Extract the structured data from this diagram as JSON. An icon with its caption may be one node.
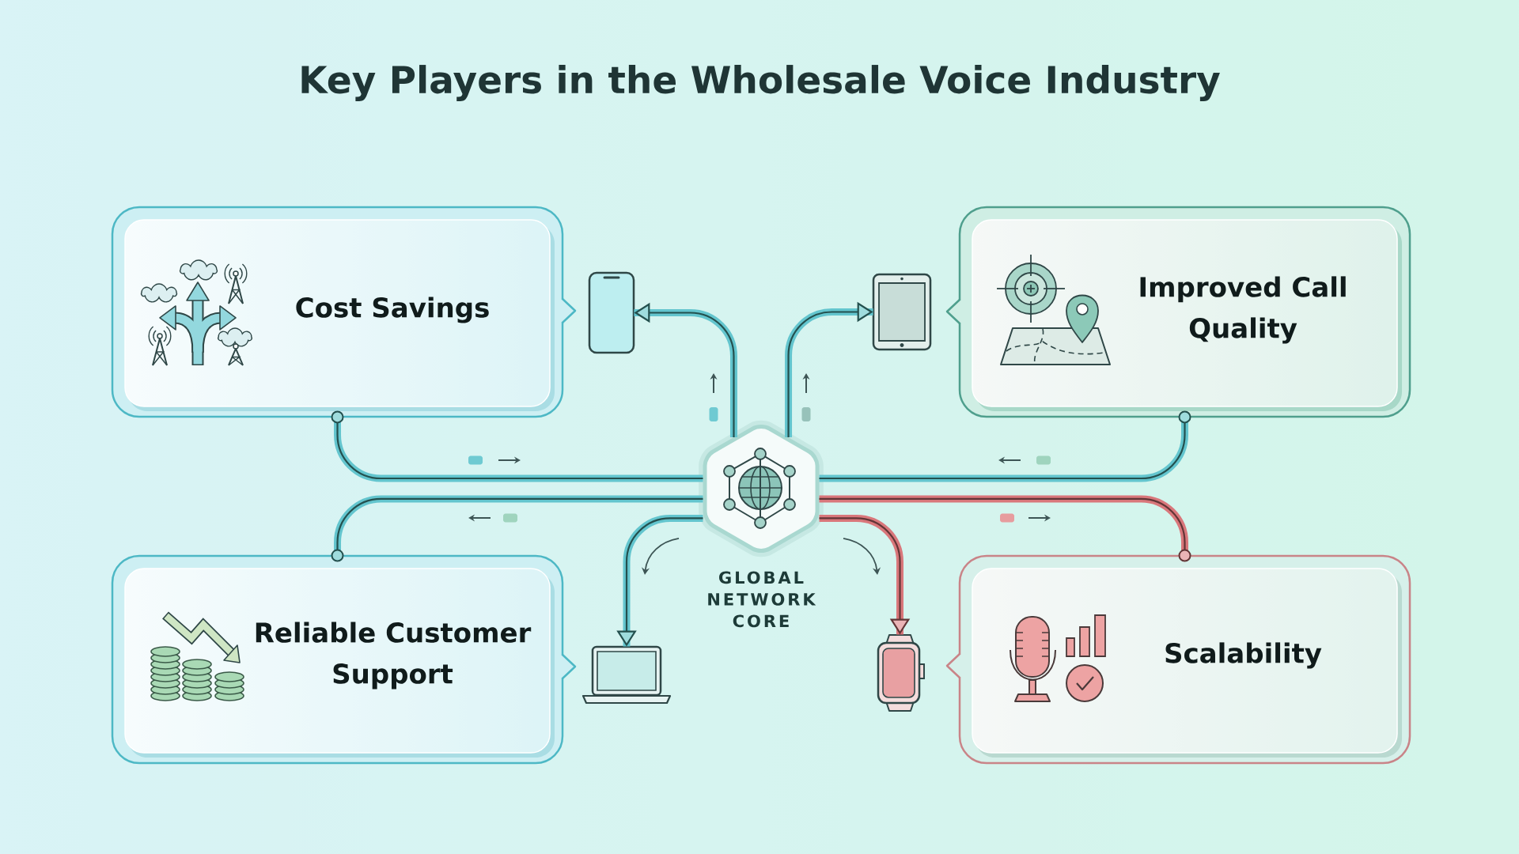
{
  "diagram": {
    "title": "Key Players in the Wholesale Voice Industry",
    "nodes": [
      {
        "text": [
          "Cost Savings"
        ]
      },
      {
        "text": [],
        "shape": "picture"
      },
      {
        "text": [],
        "shape": "picture"
      },
      {
        "text": [
          "Improved Call Quality"
        ]
      },
      {
        "text": [
          "GLOBAL NETWORK CORE"
        ]
      },
      {
        "text": [
          "Reliable Customer Support"
        ]
      },
      {
        "text": [],
        "shape": "picture"
      },
      {
        "text": [],
        "shape": "picture"
      },
      {
        "text": [
          "Scalability"
        ]
      }
    ],
    "edges": [
      {
        "from": 4,
        "to": 1,
        "arrow": "to"
      },
      {
        "from": 4,
        "to": 2,
        "arrow": "to"
      },
      {
        "from": 0,
        "to": 4,
        "arrow": "other"
      },
      {
        "from": 3,
        "to": 4,
        "arrow": "other"
      },
      {
        "from": 5,
        "to": 4,
        "arrow": "other"
      },
      {
        "from": 8,
        "to": 4,
        "arrow": "other",
        "color": "#d9777b"
      },
      {
        "from": 4,
        "to": 6,
        "arrow": "to"
      },
      {
        "from": 4,
        "to": 7,
        "arrow": "to",
        "color": "#d9777b"
      }
    ]
  }
}
